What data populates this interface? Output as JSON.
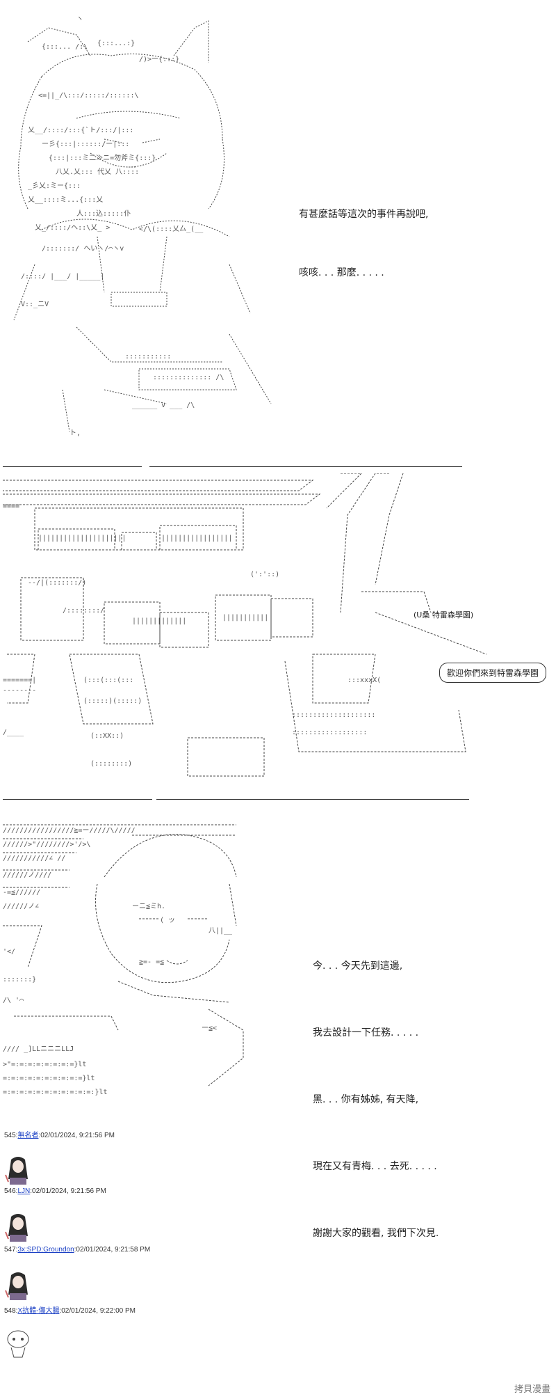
{
  "panel1": {
    "lines": [
      "有甚麼話等這次的事件再說吧,",
      "咳咳. . . 那麼. . . . ."
    ]
  },
  "panel2": {
    "caption": "(U桑  特雷森學園)",
    "bubble": "歡迎你們來到特雷森學園"
  },
  "panel3": {
    "lines": [
      "今. . . 今天先到這邊,",
      "我去設計一下任務. . . . .",
      "黑. . . 你有姊姊, 有天降,",
      "現在又有青梅. . . 去死. . . . .",
      "謝謝大家的觀看, 我們下次見."
    ]
  },
  "posts": [
    {
      "num": "545:",
      "name": "無名者",
      "time": ":02/01/2024, 9:21:56 PM"
    },
    {
      "num": "546:",
      "name": "LJN",
      "time": ":02/01/2024, 9:21:56 PM"
    },
    {
      "num": "547:",
      "name": "3x:SPD:Groundon",
      "time": ":02/01/2024, 9:21:58 PM"
    },
    {
      "num": "548:",
      "name": "X抗體-傷大腸",
      "time": ":02/01/2024, 9:22:00 PM"
    }
  ],
  "watermark": "拷貝漫畫"
}
